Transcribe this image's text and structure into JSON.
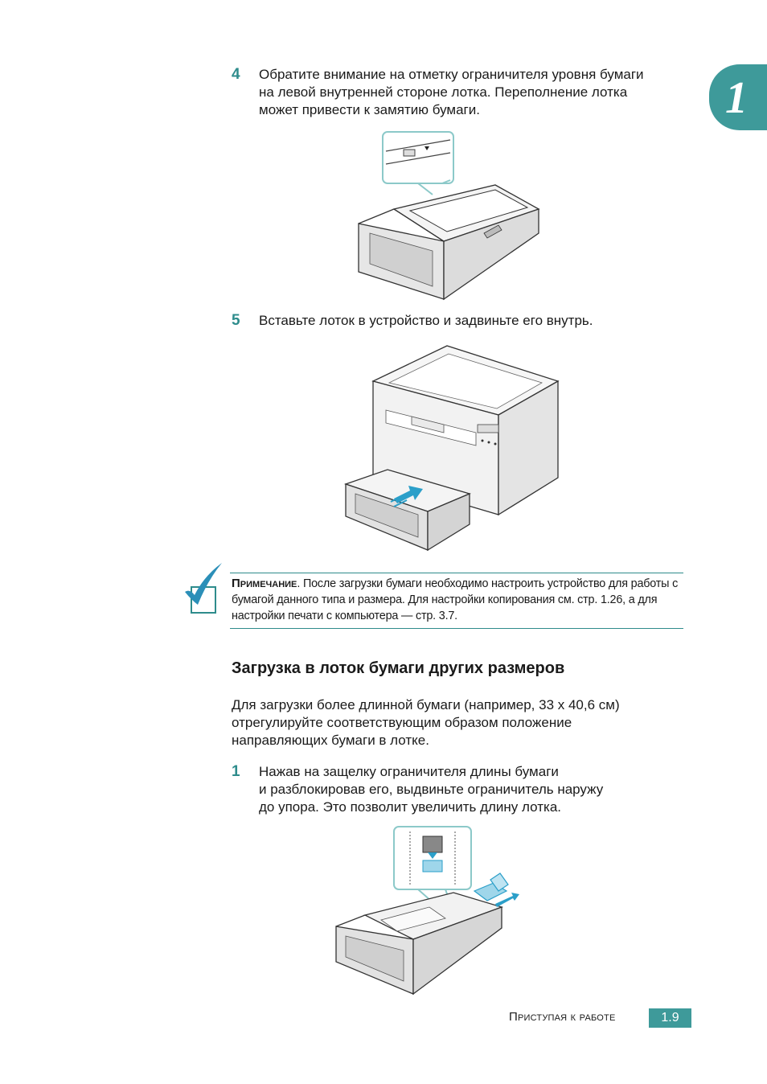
{
  "chapter": {
    "number": "1"
  },
  "steps": {
    "step4": {
      "number": "4",
      "text": "Обратите внимание на отметку ограничителя уровня бумаги\nна левой внутренней стороне лотка. Переполнение лотка\nможет привести к замятию бумаги."
    },
    "step5": {
      "number": "5",
      "text": "Вставьте лоток в устройство и задвиньте его внутрь."
    },
    "step1": {
      "number": "1",
      "text": "Нажав на защелку ограничителя длины бумаги\nи разблокировав его, выдвиньте ограничитель наружу\nдо упора. Это позволит увеличить длину лотка."
    }
  },
  "note": {
    "label": "Примечание",
    "text": ". После загрузки бумаги необходимо настроить устройство для работы с бумагой данного типа и размера. Для настройки копирования см. стр. 1.26, а для настройки печати с компьютера — стр. 3.7."
  },
  "section": {
    "heading": "Загрузка в лоток бумаги других размеров",
    "intro": "Для загрузки более длинной бумаги (например, 33 x 40,6 см)\nотрегулируйте соответствующим образом положение\nнаправляющих бумаги в лотке."
  },
  "footer": {
    "label": "Приступая к работе",
    "page": "1.9"
  },
  "colors": {
    "accent": "#3e9a9a",
    "step_number": "#2e8c8c",
    "arrow_blue": "#2b9fc9"
  }
}
